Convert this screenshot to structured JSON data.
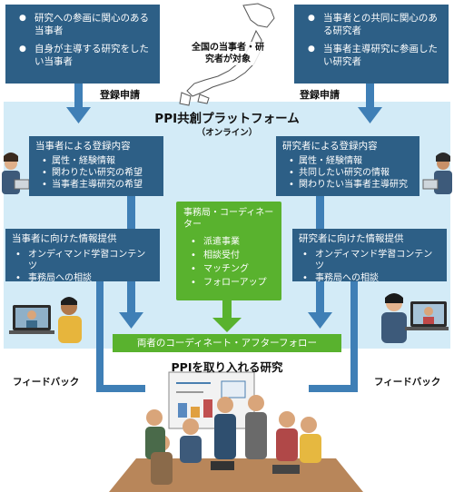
{
  "top_left": {
    "items": [
      "研究への参画に関心のある当事者",
      "自身が主導する研究をしたい当事者"
    ]
  },
  "top_right": {
    "items": [
      "当事者との共同に関心のある研究者",
      "当事者主導研究に参画したい研究者"
    ]
  },
  "map_label": "全国の当事者・研究者が対象",
  "registration_label": "登録申請",
  "platform": {
    "title": "PPI共創プラットフォーム",
    "subtitle": "（オンライン）"
  },
  "reg_left": {
    "heading": "当事者による登録内容",
    "items": [
      "属性・経験情報",
      "関わりたい研究の希望",
      "当事者主導研究の希望"
    ]
  },
  "reg_right": {
    "heading": "研究者による登録内容",
    "items": [
      "属性・経験情報",
      "共同したい研究の情報",
      "関わりたい当事者主導研究"
    ]
  },
  "office": {
    "heading": "事務局・コーディネーター",
    "items": [
      "派遣事業",
      "相談受付",
      "マッチング",
      "フォローアップ"
    ]
  },
  "info_left": {
    "heading": "当事者に向けた情報提供",
    "items": [
      "オンディマンド学習コンテンツ",
      "事務局への相談"
    ]
  },
  "info_right": {
    "heading": "研究者に向けた情報提供",
    "items": [
      "オンディマンド学習コンテンツ",
      "事務局への相談"
    ]
  },
  "coordinate_bar": "両者のコーディネート・アフターフォロー",
  "research_title": "PPIを取り入れる研究",
  "feedback_label": "フィードバック",
  "colors": {
    "dark_blue": "#2d5f86",
    "light_blue": "#d3ebf7",
    "green": "#59b22e",
    "arrow_blue": "#3f7fb6"
  }
}
